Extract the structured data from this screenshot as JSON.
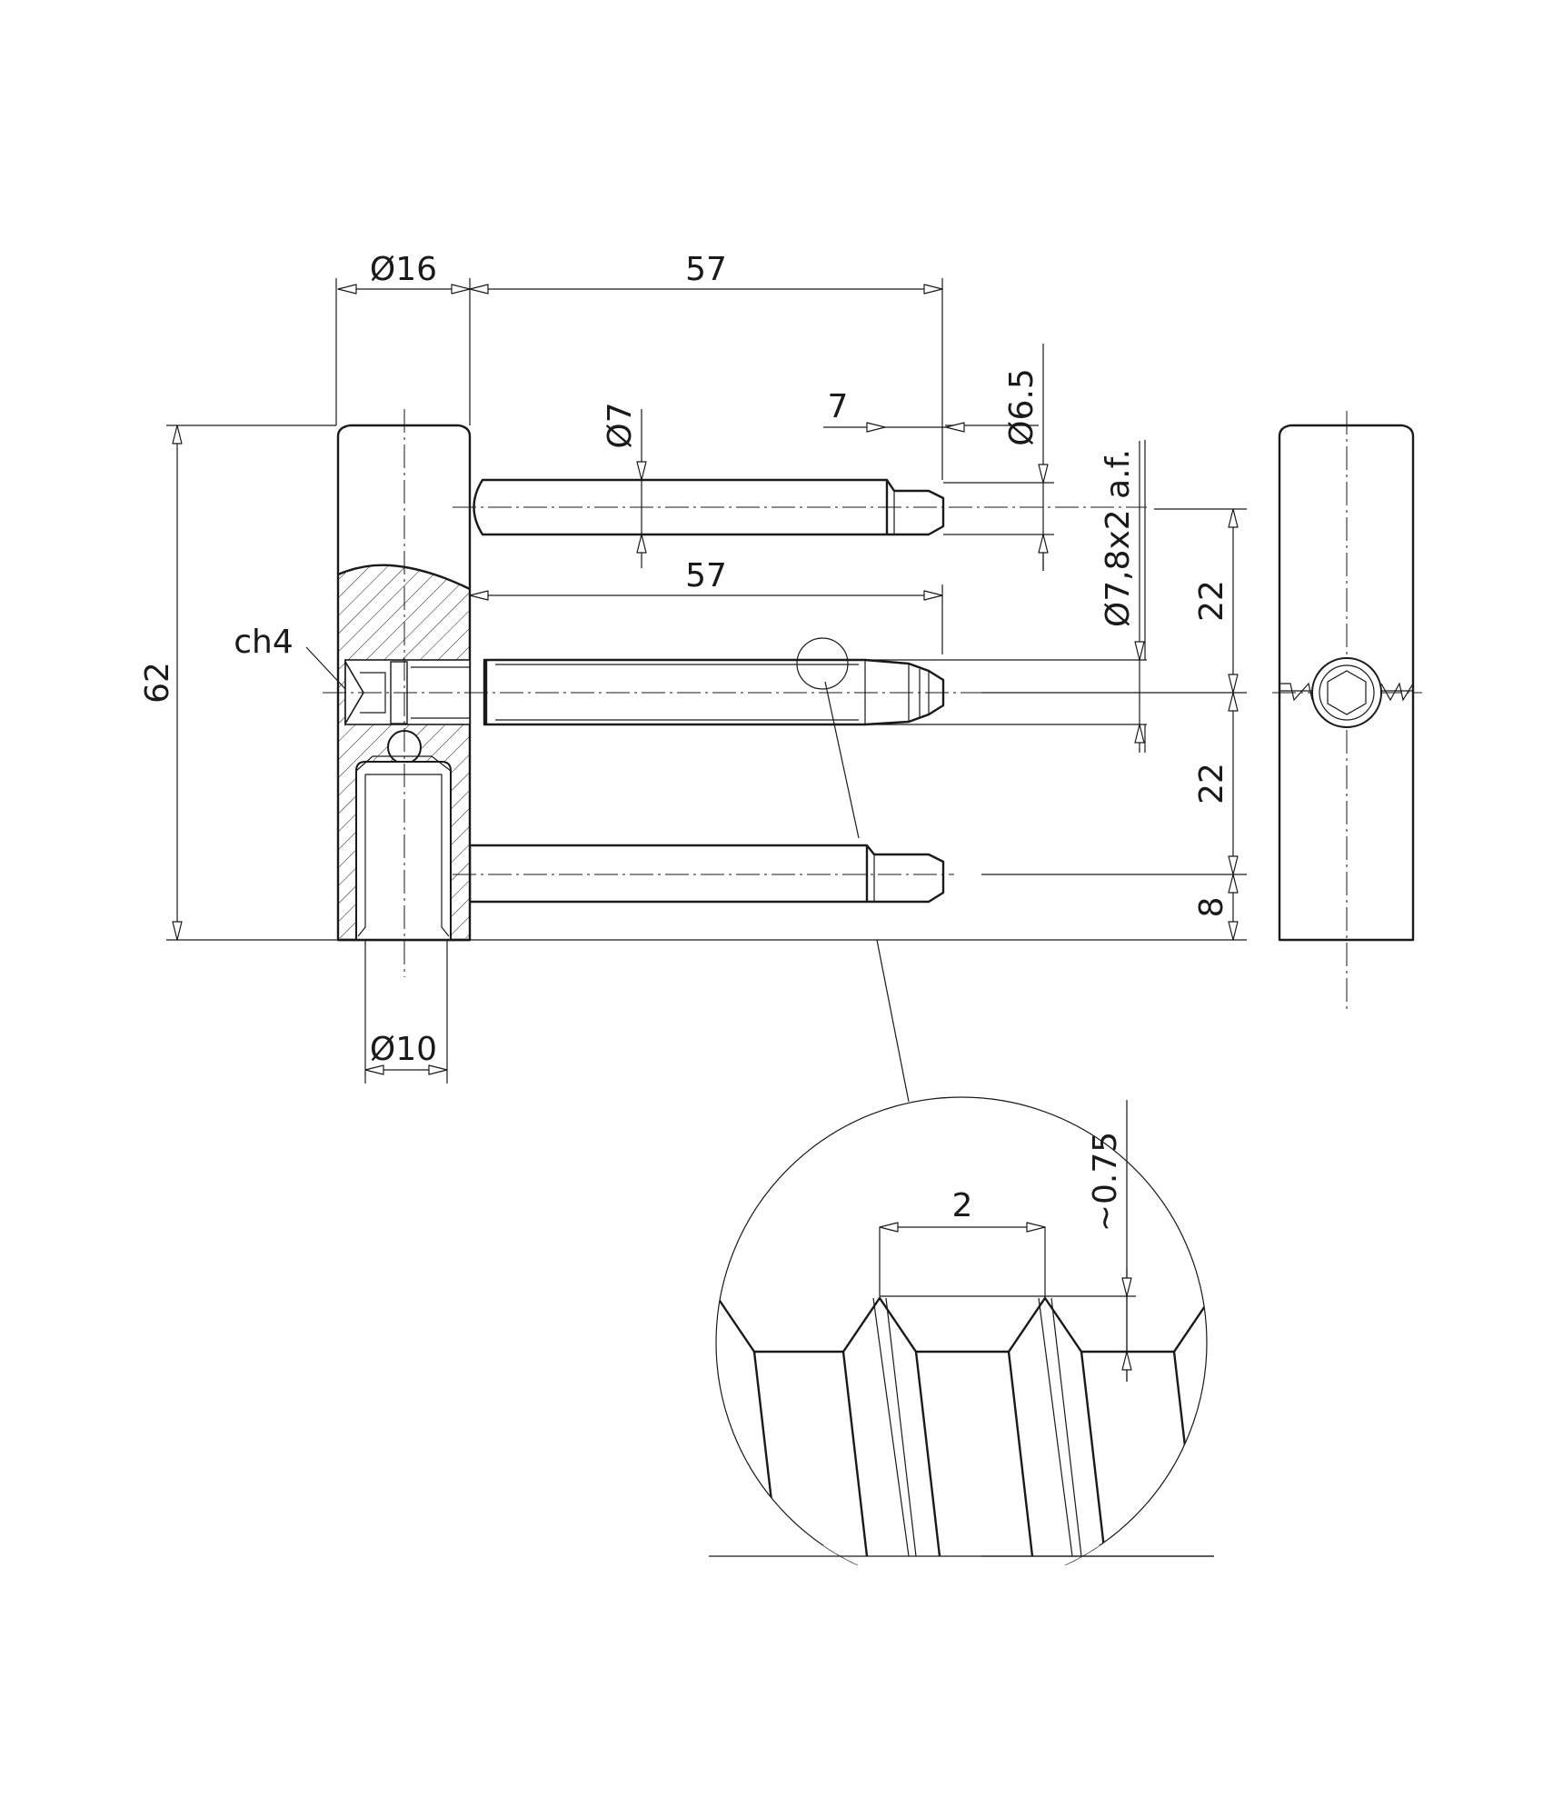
{
  "labels": {
    "dia16": "Ø16",
    "len57_top": "57",
    "dia7": "Ø7",
    "step7": "7",
    "dia6_5": "Ø6.5",
    "thread": "Ø7,8x2 a.f.",
    "len57_mid": "57",
    "ch4": "ch4",
    "h62": "62",
    "gap22_top": "22",
    "gap22_bottom": "22",
    "end8": "8",
    "dia10": "Ø10",
    "pitch2": "2",
    "depth075": "~0.75"
  }
}
